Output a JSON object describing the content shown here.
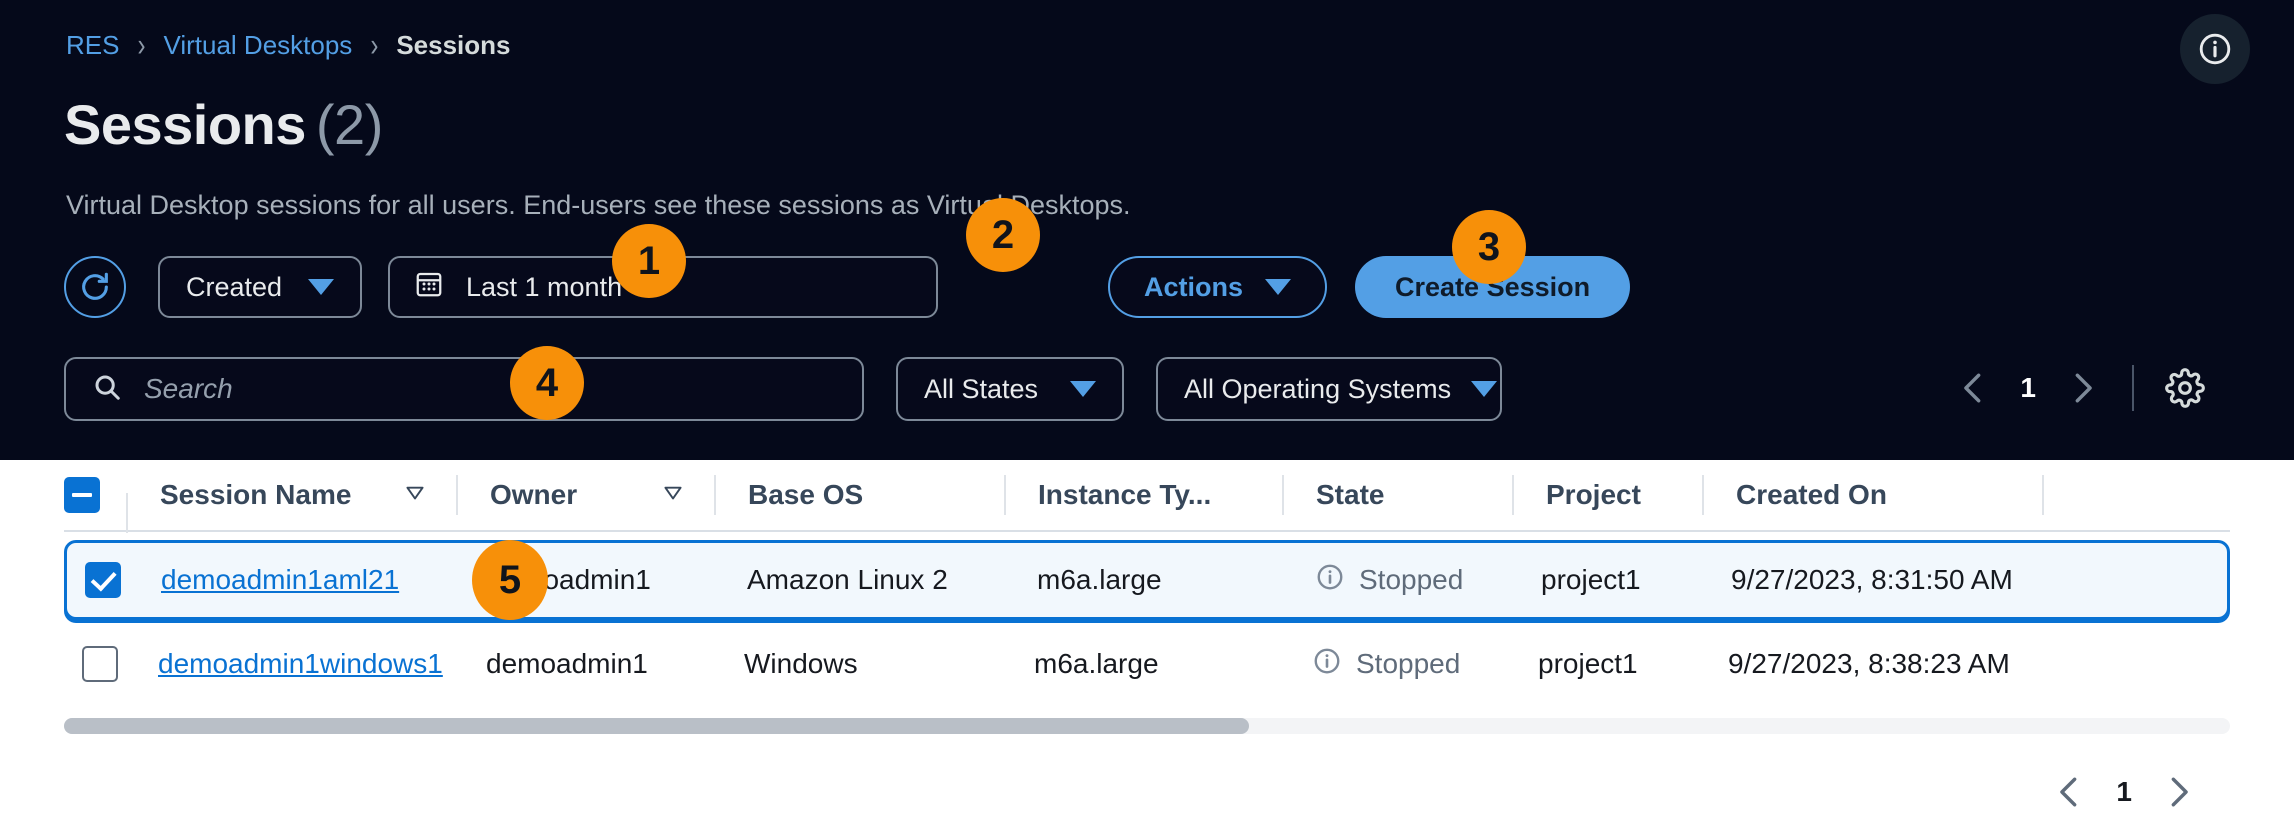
{
  "breadcrumb": {
    "items": [
      {
        "label": "RES",
        "type": "link"
      },
      {
        "label": "Virtual Desktops",
        "type": "link"
      },
      {
        "label": "Sessions",
        "type": "current"
      }
    ],
    "separator": "›"
  },
  "header": {
    "title": "Sessions",
    "count": "(2)",
    "description": "Virtual Desktop sessions for all users. End-users see these sessions as Virtual Desktops."
  },
  "toolbar": {
    "refresh_icon": "refresh-icon",
    "created_filter": {
      "label": "Created",
      "caret": "chevron-down-icon"
    },
    "date_range": {
      "label": "Last 1 month",
      "icon": "calendar-icon"
    },
    "actions_button": {
      "label": "Actions",
      "caret": "chevron-down-icon"
    },
    "create_button": {
      "label": "Create Session"
    }
  },
  "filters": {
    "search": {
      "placeholder": "Search",
      "value": "",
      "icon": "search-icon"
    },
    "states": {
      "label": "All States",
      "caret": "chevron-down-icon"
    },
    "operating_systems": {
      "label": "All Operating Systems",
      "caret": "chevron-down-icon"
    }
  },
  "pagination_top": {
    "prev_icon": "chevron-left-icon",
    "page": "1",
    "next_icon": "chevron-right-icon",
    "settings_icon": "gear-icon"
  },
  "pagination_bottom": {
    "prev_icon": "chevron-left-icon",
    "page": "1",
    "next_icon": "chevron-right-icon"
  },
  "info_button": {
    "icon": "info-icon"
  },
  "table": {
    "select_all_state": "indeterminate",
    "columns": [
      {
        "label": "Session Name",
        "sortable": true
      },
      {
        "label": "Owner",
        "sortable": true
      },
      {
        "label": "Base OS",
        "sortable": false
      },
      {
        "label": "Instance Ty...",
        "sortable": false
      },
      {
        "label": "State",
        "sortable": false
      },
      {
        "label": "Project",
        "sortable": false
      },
      {
        "label": "Created On",
        "sortable": false
      }
    ],
    "rows": [
      {
        "selected": true,
        "session_name": "demoadmin1aml21",
        "owner": "demoadmin1",
        "base_os": "Amazon Linux 2",
        "instance_type": "m6a.large",
        "state": "Stopped",
        "state_icon": "info-icon",
        "project": "project1",
        "created_on": "9/27/2023, 8:31:50 AM"
      },
      {
        "selected": false,
        "session_name": "demoadmin1windows1",
        "owner": "demoadmin1",
        "base_os": "Windows",
        "instance_type": "m6a.large",
        "state": "Stopped",
        "state_icon": "info-icon",
        "project": "project1",
        "created_on": "9/27/2023, 8:38:23 AM"
      }
    ]
  },
  "annotations": [
    {
      "number": "1"
    },
    {
      "number": "2"
    },
    {
      "number": "3"
    },
    {
      "number": "4"
    },
    {
      "number": "5"
    }
  ],
  "colors": {
    "background_dark": "#05091a",
    "accent_blue": "#539fe5",
    "link_blue": "#0972d3",
    "badge_orange": "#f79009",
    "text_light": "#e9ebed",
    "text_muted": "#a7b0ba"
  }
}
